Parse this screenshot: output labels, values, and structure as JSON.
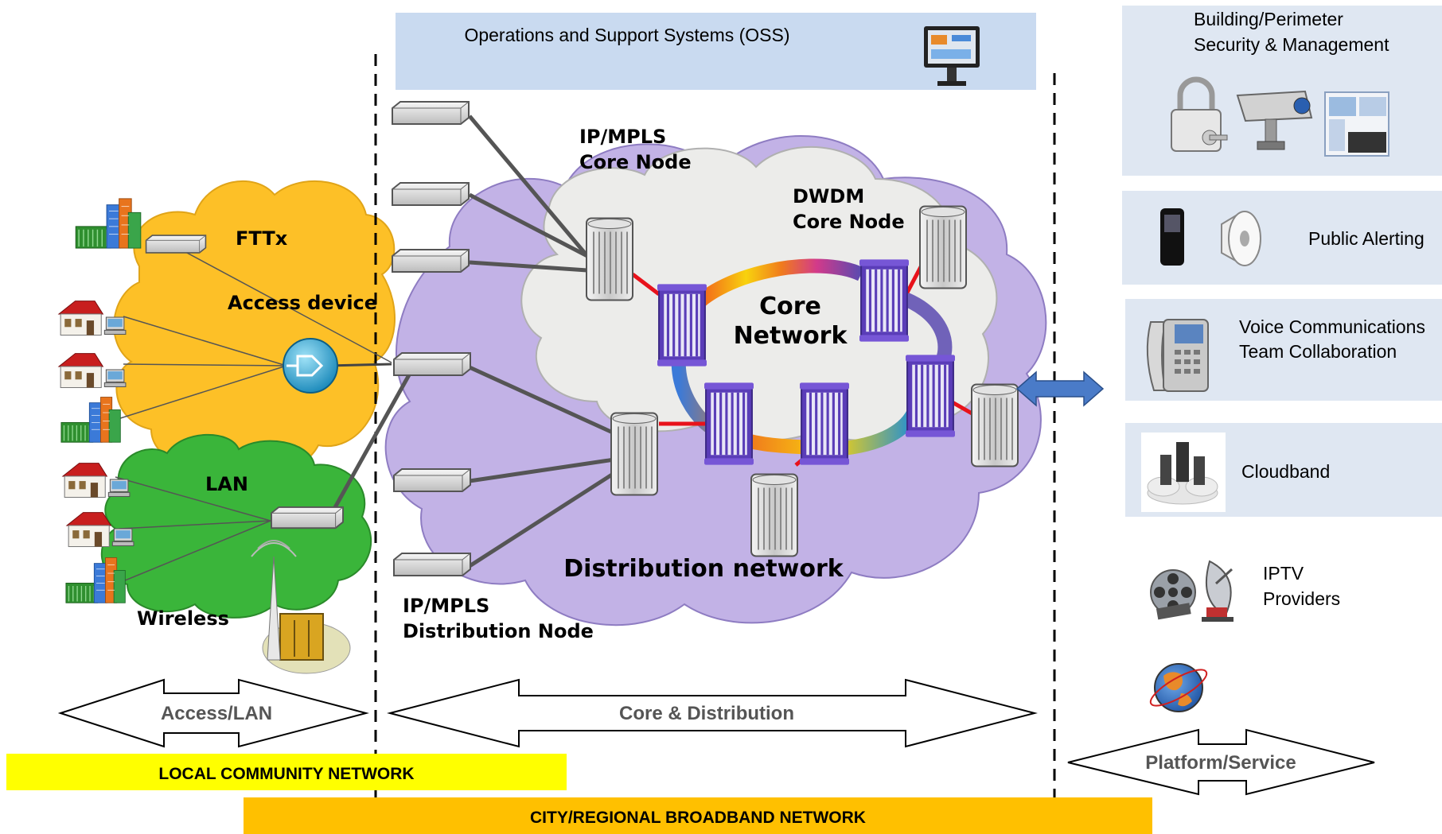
{
  "oss": {
    "label": "Operations and Support Systems (OSS)"
  },
  "access": {
    "fttx": "FTTx",
    "access_device": "Access device",
    "lan": "LAN",
    "wireless": "Wireless"
  },
  "core": {
    "ipmpls_core_line1": "IP/MPLS",
    "ipmpls_core_line2": "Core Node",
    "dwdm_line1": "DWDM",
    "dwdm_line2": "Core Node",
    "core_network_line1": "Core",
    "core_network_line2": "Network",
    "distribution_network": "Distribution network",
    "ipmpls_dist_line1": "IP/MPLS",
    "ipmpls_dist_line2": "Distribution Node"
  },
  "services": {
    "building_line1": "Building/Perimeter",
    "building_line2": "Security & Management",
    "public_alerting": "Public Alerting",
    "voice_line1": "Voice Communications",
    "voice_line2": "Team Collaboration",
    "cloudband": "Cloudband",
    "iptv_line1": "IPTV",
    "iptv_line2": "Providers"
  },
  "arrows": {
    "access_lan": "Access/LAN",
    "core_distribution": "Core & Distribution",
    "platform_service": "Platform/Service"
  },
  "bars": {
    "local_community": "LOCAL COMMUNITY NETWORK",
    "city_regional": "CITY/REGIONAL BROADBAND NETWORK"
  },
  "colors": {
    "oss_panel": "#c9daf0",
    "service_panel": "#dfe7f2",
    "fttx_cloud": "#fdc027",
    "lan_cloud": "#3ab53a",
    "distribution_cloud": "#c2b2e6",
    "core_cloud": "#ececea",
    "local_bar": "#ffff00",
    "city_bar": "#ffc000",
    "dwdm_node": "#6a4cc0",
    "link_red": "#e8121b"
  },
  "icons": [
    "server-icon",
    "router-icon",
    "building-icon",
    "house-icon",
    "padlock-icon",
    "cctv-camera-icon",
    "monitor-screen-icon",
    "mobile-phone-icon",
    "megaphone-icon",
    "desk-phone-icon",
    "cloud-servers-icon",
    "film-reel-icon",
    "satellite-dish-icon",
    "globe-icon",
    "cell-tower-icon"
  ]
}
